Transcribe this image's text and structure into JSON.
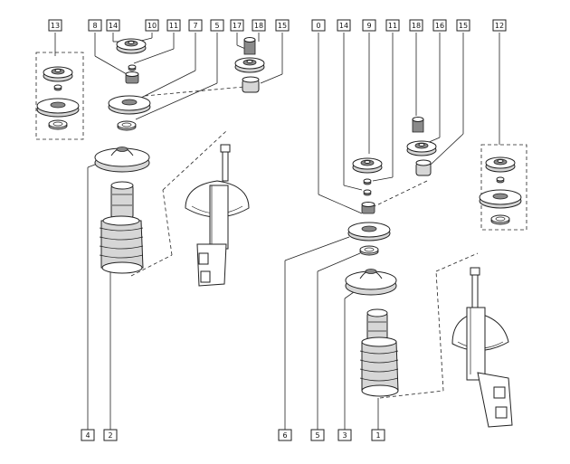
{
  "callouts": {
    "top_left": [
      "13",
      "8",
      "14",
      "10",
      "11",
      "7",
      "5",
      "17",
      "18",
      "15"
    ],
    "top_right": [
      "0",
      "14",
      "9",
      "11",
      "18",
      "16",
      "15",
      "12"
    ],
    "bottom": [
      "4",
      "2",
      "6",
      "5",
      "3",
      "1"
    ]
  },
  "icons": {
    "strut_mount": "strut-top-mount-icon",
    "bearing": "bearing-icon",
    "nut": "nut-icon",
    "spring_seat": "spring-seat-icon",
    "bump_stop": "bump-stop-icon",
    "dust_boot": "dust-boot-icon",
    "shock_absorber": "shock-absorber-icon"
  }
}
